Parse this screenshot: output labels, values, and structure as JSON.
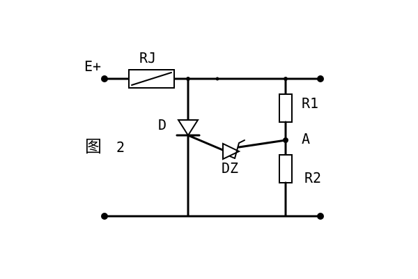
{
  "diagram": {
    "labels": {
      "e_plus": "E+",
      "rj": "RJ",
      "d": "D",
      "dz": "DZ",
      "r1": "R1",
      "r2": "R2",
      "node_a": "A",
      "figure_char": "图",
      "figure_num": "2"
    },
    "colors": {
      "ink": "#000000",
      "background": "#ffffff"
    }
  }
}
